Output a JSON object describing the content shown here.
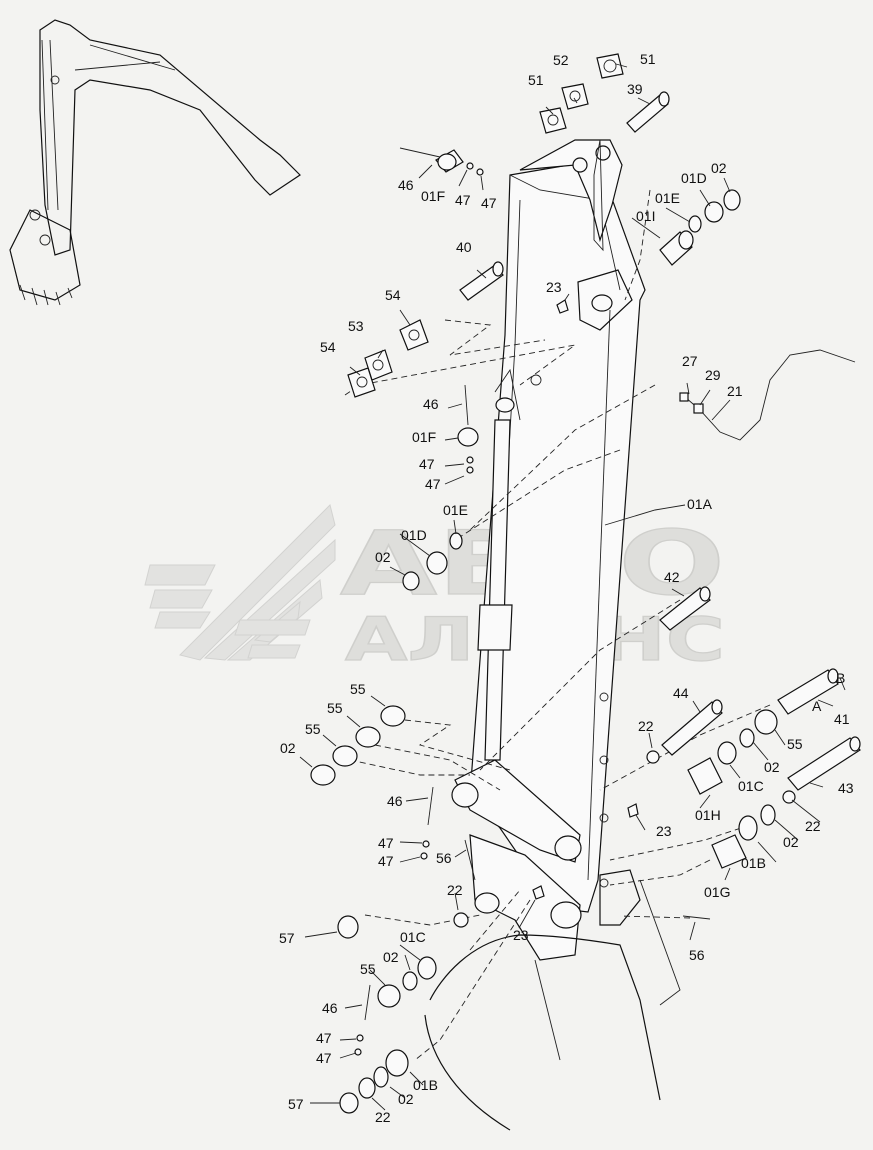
{
  "diagram": {
    "watermark": {
      "line1": "АВТО",
      "line2": "АЛЬЯНС"
    },
    "callouts": [
      "51",
      "52",
      "51",
      "39",
      "46",
      "01F",
      "47",
      "47",
      "01D",
      "02",
      "01E",
      "01I",
      "40",
      "23",
      "54",
      "53",
      "54",
      "27",
      "29",
      "21",
      "46",
      "01F",
      "47",
      "47",
      "01E",
      "01D",
      "02",
      "01A",
      "42",
      "A",
      "B",
      "41",
      "55",
      "55",
      "55",
      "44",
      "22",
      "02",
      "55",
      "01C",
      "02",
      "43",
      "46",
      "01H",
      "47",
      "23",
      "22",
      "47",
      "56",
      "02",
      "01B",
      "22",
      "01G",
      "57",
      "01C",
      "23",
      "56",
      "02",
      "55",
      "46",
      "47",
      "47",
      "01B",
      "02",
      "57",
      "22"
    ]
  }
}
